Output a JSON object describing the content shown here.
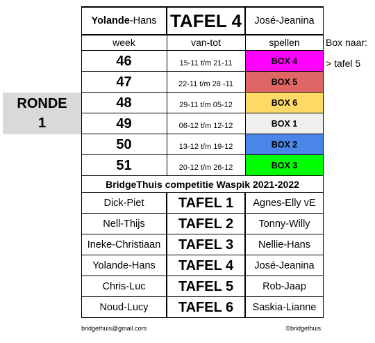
{
  "header": {
    "left_pair_bold": "Yolande",
    "left_pair_rest": "-Hans",
    "table_title": "TAFEL 4",
    "right_pair": "José-Jeanina"
  },
  "columns": {
    "week": "week",
    "range": "van-tot",
    "games": "spellen",
    "box_to": "Box naar:"
  },
  "box_to_note": "> tafel 5",
  "round": {
    "label": "RONDE",
    "number": "1",
    "bg_color": "#d9d9d9"
  },
  "schedule": [
    {
      "week": "46",
      "range": "15-11 t/m 21-11",
      "box": "BOX 4",
      "color": "#ff00ff"
    },
    {
      "week": "47",
      "range": "22-11 t/m 28 -11",
      "box": "BOX 5",
      "color": "#e06666"
    },
    {
      "week": "48",
      "range": "29-11 t/m  05-12",
      "box": "BOX 6",
      "color": "#ffd966"
    },
    {
      "week": "49",
      "range": "06-12 t/m 12-12",
      "box": "BOX 1",
      "color": "#efefef"
    },
    {
      "week": "50",
      "range": "13-12 t/m 19-12",
      "box": "BOX 2",
      "color": "#4a86e8"
    },
    {
      "week": "51",
      "range": "20-12 t/m 26-12",
      "box": "BOX 3",
      "color": "#00ff00"
    }
  ],
  "competition_title": "BridgeThuis competitie Waspik 2021-2022",
  "tables": [
    {
      "ns": "Dick-Piet",
      "table": "TAFEL 1",
      "ew": "Agnes-Elly vE"
    },
    {
      "ns": "Nell-Thijs",
      "table": "TAFEL 2",
      "ew": "Tonny-Willy"
    },
    {
      "ns": "Ineke-Christiaan",
      "table": "TAFEL 3",
      "ew": "Nellie-Hans"
    },
    {
      "ns": "Yolande-Hans",
      "table": "TAFEL 4",
      "ew": "José-Jeanina"
    },
    {
      "ns": "Chris-Luc",
      "table": "TAFEL 5",
      "ew": "Rob-Jaap"
    },
    {
      "ns": "Noud-Lucy",
      "table": "TAFEL 6",
      "ew": "Saskia-Lianne"
    }
  ],
  "footer": {
    "email": "bridgethuis@gmail.com",
    "copyright": "©bridgethuis"
  }
}
